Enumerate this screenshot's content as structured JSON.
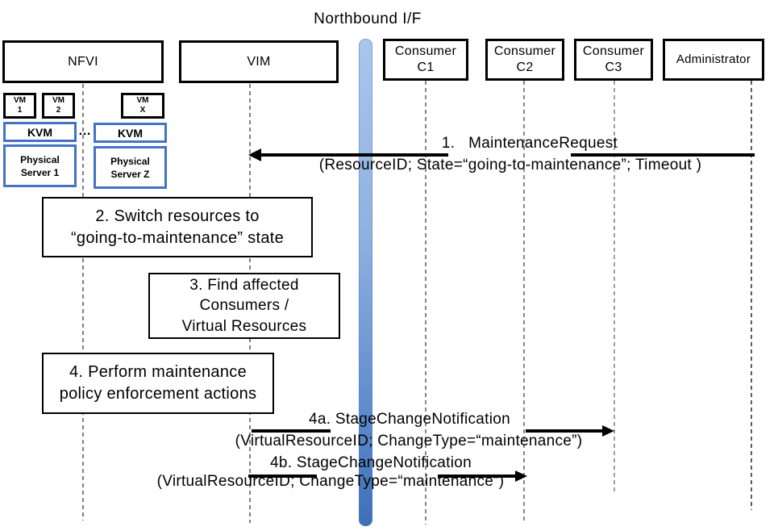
{
  "title": "Northbound I/F",
  "colors": {
    "box_border_black": "#000000",
    "nfvi_internal_border_blue": "#4472C4",
    "northbound_bar_top": "#A9C6EC",
    "northbound_bar_bottom": "#3E6FB5",
    "lifeline_gray": "#555555",
    "arrow_black": "#000000"
  },
  "actors": {
    "nfvi": {
      "label": "NFVI"
    },
    "vim": {
      "label": "VIM"
    },
    "consumer_c1": {
      "line1": "Consumer",
      "line2": "C1"
    },
    "consumer_c2": {
      "line1": "Consumer",
      "line2": "C2"
    },
    "consumer_c3": {
      "line1": "Consumer",
      "line2": "C3"
    },
    "administrator": {
      "label": "Administrator"
    }
  },
  "nfvi_internals": {
    "vm1": {
      "line1": "VM",
      "line2": "1"
    },
    "vm2": {
      "line1": "VM",
      "line2": "2"
    },
    "vmx": {
      "line1": "VM",
      "line2": "X"
    },
    "kvm_left": {
      "label": "KVM"
    },
    "kvm_right": {
      "label": "KVM"
    },
    "ellipsis": "…",
    "physical_server_1": {
      "line1": "Physical",
      "line2": "Server 1"
    },
    "physical_server_z": {
      "line1": "Physical",
      "line2": "Server Z"
    }
  },
  "process_steps": {
    "step2": {
      "line1": "2. Switch resources to",
      "line2": "“going-to-maintenance” state"
    },
    "step3": {
      "line1": "3. Find affected",
      "line2": "Consumers /",
      "line3": "Virtual Resources"
    },
    "step4": {
      "line1": "4. Perform maintenance",
      "line2": "policy enforcement actions"
    }
  },
  "messages": {
    "msg1": {
      "line1": "1.   MaintenanceRequest",
      "line2": "(ResourceID; State=“going-to-maintenance”; Timeout )",
      "from": "Administrator",
      "to": "VIM"
    },
    "msg4a": {
      "line1": "4a. StageChangeNotification",
      "line2": "(VirtualResourceID; ChangeType=“maintenance”)",
      "from": "VIM",
      "to": "Consumer C3"
    },
    "msg4b": {
      "line1": "4b. StageChangeNotification",
      "line2": "(VirtualResourceID; ChangeType=“maintenance”)",
      "from": "VIM",
      "to": "Consumer C2"
    }
  }
}
